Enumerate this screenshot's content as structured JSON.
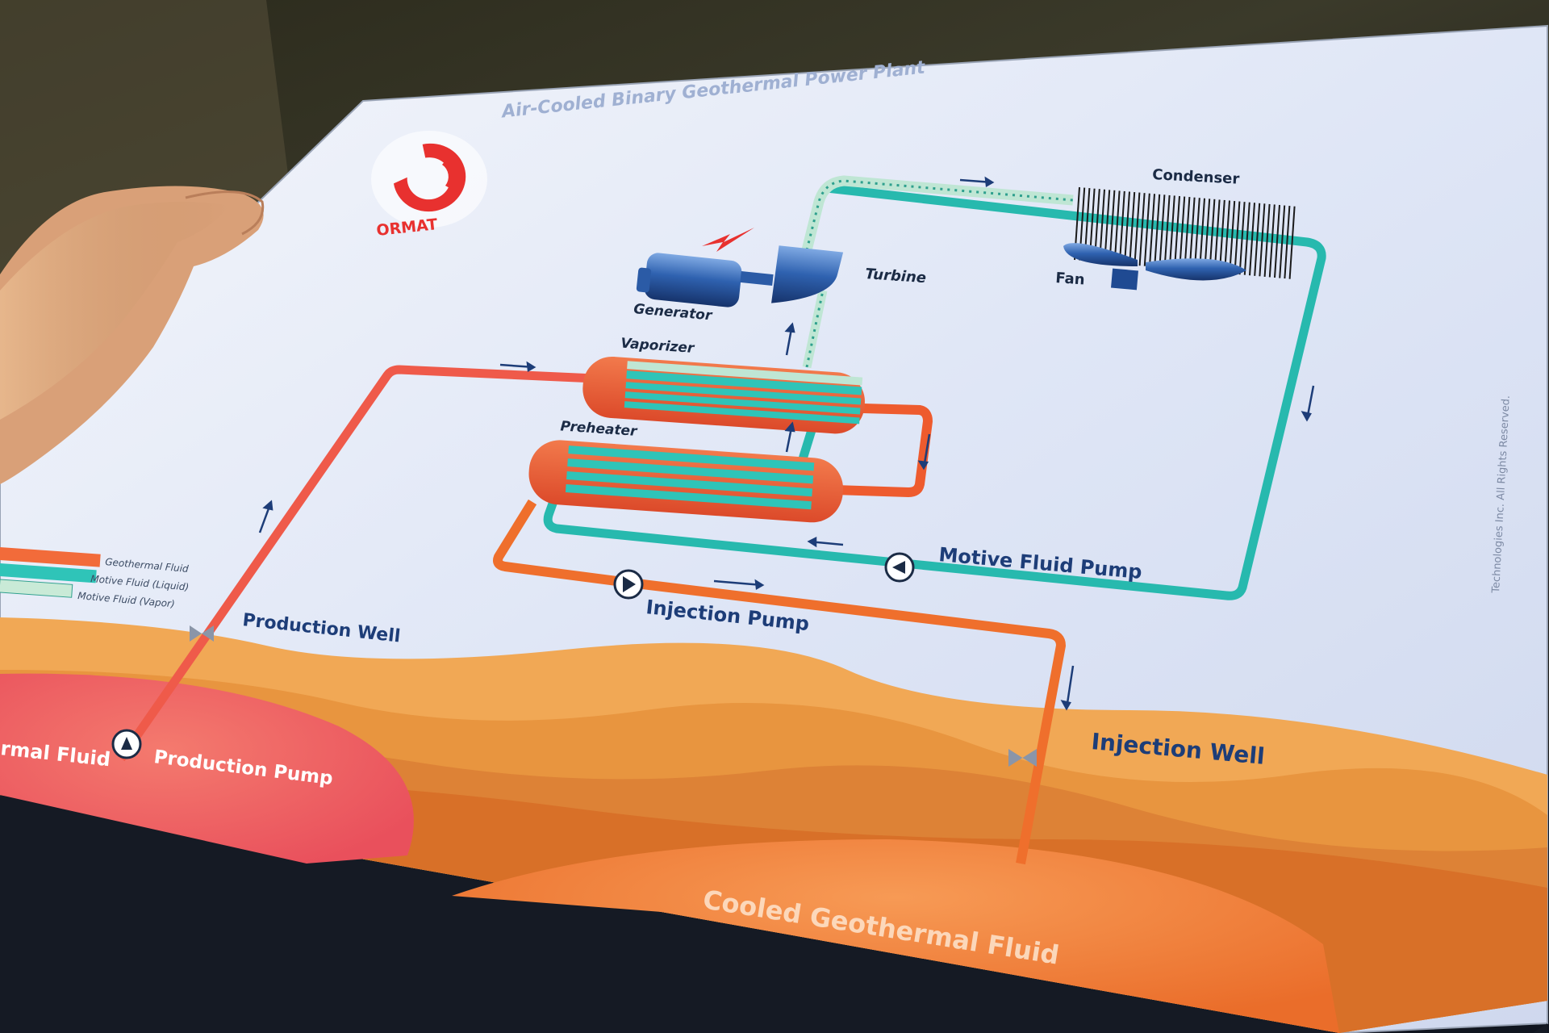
{
  "poster": {
    "title": "Air-Cooled Binary Geothermal Power Plant",
    "logo_text": "ORMAT",
    "copyright": "Technologies Inc. All Rights Reserved."
  },
  "components": {
    "condenser": "Condenser",
    "fan": "Fan",
    "turbine": "Turbine",
    "generator": "Generator",
    "vaporizer": "Vaporizer",
    "preheater": "Preheater",
    "motive_fluid_pump": "Motive Fluid Pump",
    "injection_pump": "Injection Pump",
    "production_well": "Production Well",
    "production_pump": "Production Pump",
    "injection_well": "Injection Well",
    "geothermal_fluid": "rmal Fluid",
    "cooled_geothermal_fluid": "Cooled Geothermal Fluid"
  },
  "legend": [
    {
      "label": "Geothermal Fluid",
      "color": "#f26b3a"
    },
    {
      "label": "Motive Fluid (Liquid)",
      "color": "#2fc4b8"
    },
    {
      "label": "Motive Fluid (Vapor)",
      "color": "#c9ead7"
    }
  ],
  "colors": {
    "geothermal": "#f0653c",
    "motive_liquid": "#27b9ae",
    "motive_vapor": "#bfe6d4",
    "navy": "#1f3f7a",
    "logo_red": "#e8312f"
  }
}
